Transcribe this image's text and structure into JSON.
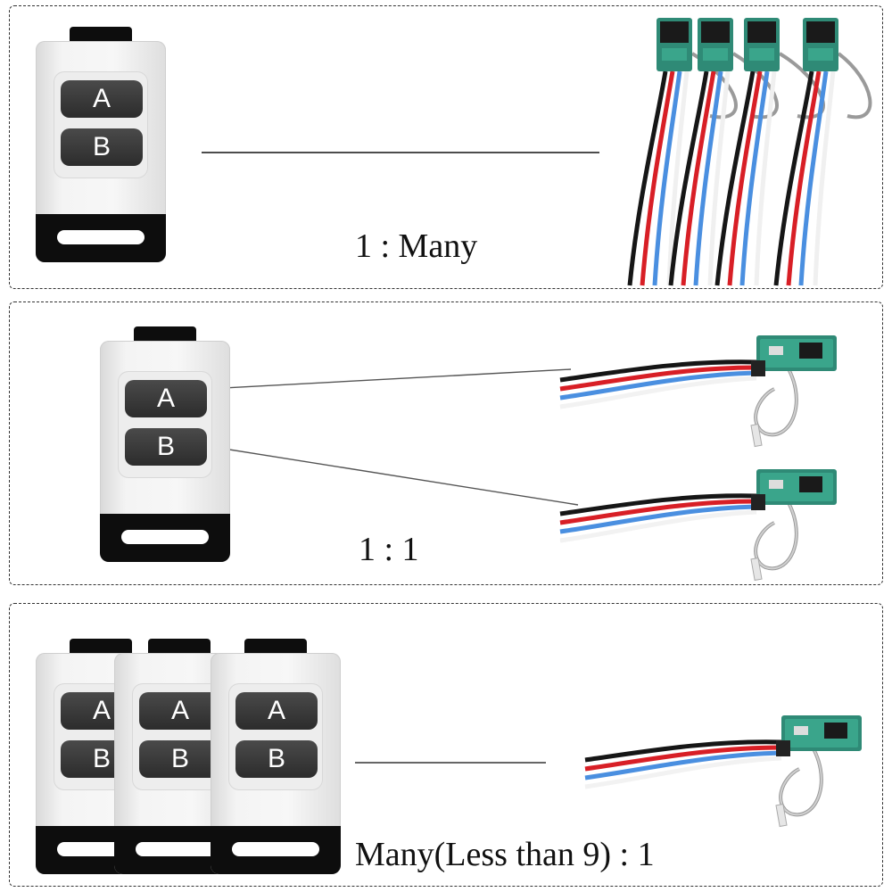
{
  "button_labels": {
    "a": "A",
    "b": "B"
  },
  "sections": [
    {
      "ratio_label": "1 : Many"
    },
    {
      "ratio_label": "1 : 1"
    },
    {
      "ratio_label": "Many(Less than 9) : 1"
    }
  ]
}
